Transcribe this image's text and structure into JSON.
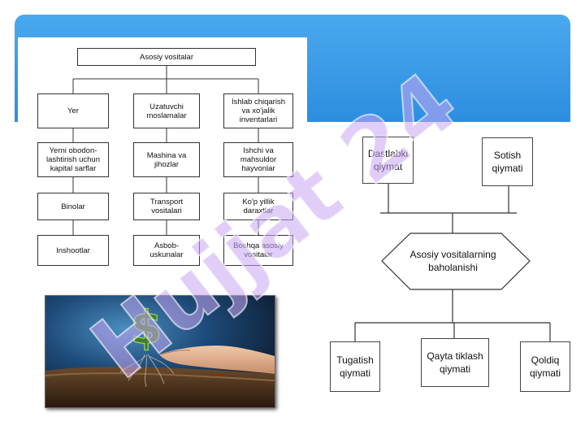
{
  "left_chart": {
    "root": "Asosiy vositalar",
    "col1": [
      "Yer",
      "Yerni obodon-\nlashtirish uchun\nkapital sarflar",
      "Binolar",
      "Inshootlar"
    ],
    "col2": [
      "Uzatuvchi\nmoslamalar",
      "Mashina va\njihozlar",
      "Transport\nvositalari",
      "Asbob-\nuskunalar"
    ],
    "col3": [
      "Ishlab chiqarish\nva xo'jalik\ninventarlari",
      "Ishchi va\nmahsuldor\nhayvonlar",
      "Ko'p yillik\ndaraxtlar",
      "Boshqa asosiy\nvositalar"
    ]
  },
  "right_chart": {
    "top": [
      "Dastlabki\nqiymat",
      "Sotish\nqiymati"
    ],
    "center": "Asosiy vositalarning\nbaholanishi",
    "bottom": [
      "Tugatish\nqiymati",
      "Qayta tiklash\nqiymati",
      "Qoldiq\nqiymati"
    ]
  },
  "photo": {
    "symbol": "$"
  },
  "watermark": {
    "text": "Hujjat 24",
    "color": "#c7a6f2"
  }
}
